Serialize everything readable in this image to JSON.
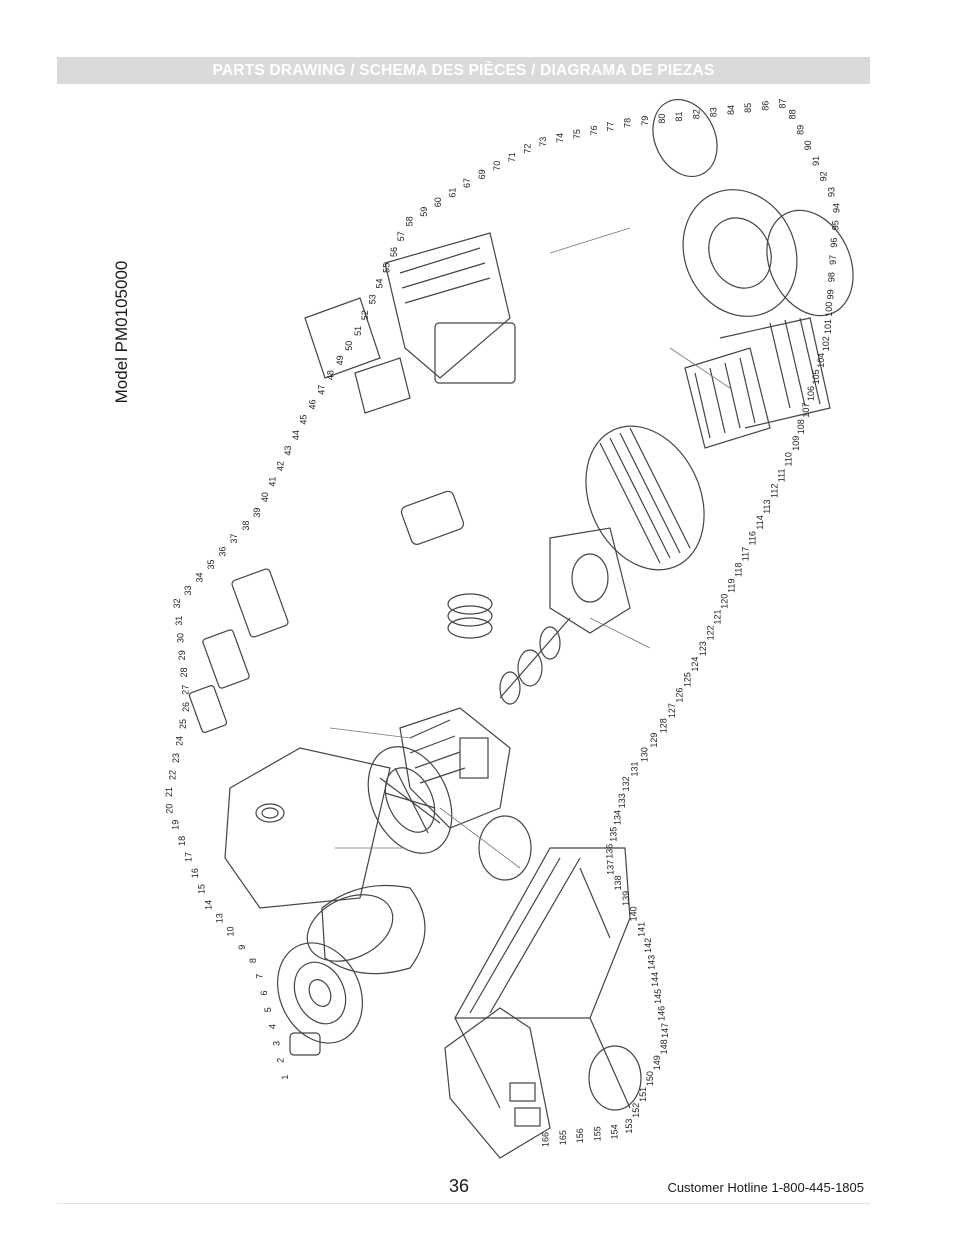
{
  "header": {
    "title": "PARTS DRAWING / SCHEMA DES PIÈCES / DIAGRAMA DE PIEZAS"
  },
  "model": "Model PM0105000",
  "footer": {
    "page_number": "36",
    "hotline": "Customer Hotline 1-800-445-1805"
  },
  "callouts": [
    "1",
    "2",
    "3",
    "4",
    "5",
    "6",
    "7",
    "8",
    "9",
    "10",
    "13",
    "14",
    "15",
    "16",
    "17",
    "18",
    "19",
    "20",
    "21",
    "22",
    "23",
    "24",
    "25",
    "26",
    "27",
    "28",
    "29",
    "30",
    "31",
    "32",
    "33",
    "34",
    "35",
    "36",
    "37",
    "38",
    "39",
    "40",
    "41",
    "42",
    "43",
    "44",
    "45",
    "46",
    "47",
    "48",
    "49",
    "50",
    "51",
    "52",
    "53",
    "54",
    "55",
    "56",
    "57",
    "58",
    "59",
    "60",
    "61",
    "67",
    "69",
    "70",
    "71",
    "72",
    "73",
    "74",
    "75",
    "76",
    "77",
    "78",
    "79",
    "80",
    "81",
    "82",
    "83",
    "84",
    "85",
    "86",
    "87",
    "88",
    "89",
    "90",
    "91",
    "92",
    "93",
    "94",
    "95",
    "96",
    "97",
    "98",
    "99",
    "100",
    "101",
    "102",
    "104",
    "105",
    "106",
    "107",
    "108",
    "109",
    "110",
    "111",
    "112",
    "113",
    "114",
    "116",
    "117",
    "118",
    "119",
    "120",
    "121",
    "122",
    "123",
    "124",
    "125",
    "126",
    "127",
    "128",
    "129",
    "130",
    "131",
    "132",
    "133",
    "134",
    "135",
    "136",
    "137",
    "138",
    "139",
    "140",
    "141",
    "142",
    "143",
    "144",
    "145",
    "146",
    "147",
    "148",
    "149",
    "150",
    "151",
    "152",
    "153",
    "154",
    "155",
    "156",
    "165",
    "166"
  ]
}
